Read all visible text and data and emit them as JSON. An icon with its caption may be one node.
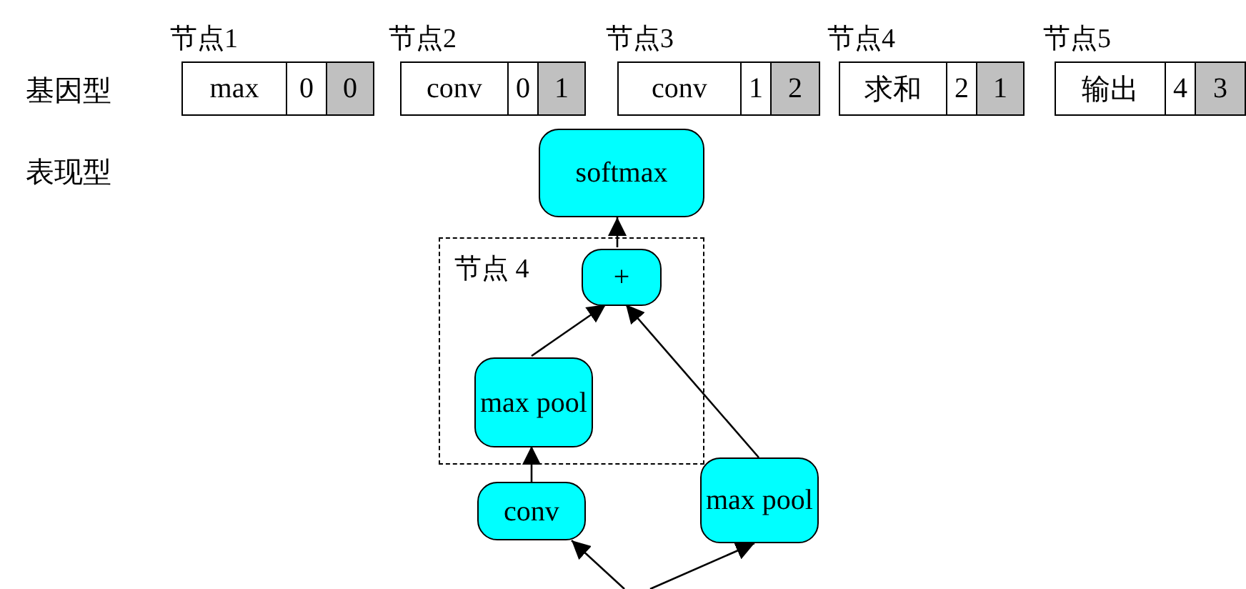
{
  "diagram": {
    "nodes": [
      {
        "text": [
          "节点1"
        ]
      },
      {
        "text": [
          "max"
        ],
        "in": 0
      },
      {
        "text": [
          "0"
        ],
        "in": 0
      },
      {
        "text": [
          "0"
        ],
        "in": 0
      },
      {
        "text": [
          "节点2"
        ]
      },
      {
        "text": [
          "conv"
        ],
        "in": 4
      },
      {
        "text": [
          "0"
        ],
        "in": 4
      },
      {
        "text": [
          "1"
        ],
        "in": 4
      },
      {
        "text": [
          "节点3"
        ]
      },
      {
        "text": [
          "conv"
        ],
        "in": 8
      },
      {
        "text": [
          "1"
        ],
        "in": 8
      },
      {
        "text": [
          "2"
        ],
        "in": 8
      },
      {
        "text": [
          "节点4"
        ]
      },
      {
        "text": [
          "求和"
        ],
        "in": 12
      },
      {
        "text": [
          "2"
        ],
        "in": 12
      },
      {
        "text": [
          "1"
        ],
        "in": 12
      },
      {
        "text": [
          "节点5"
        ]
      },
      {
        "text": [
          "输出"
        ],
        "in": 16
      },
      {
        "text": [
          "4"
        ],
        "in": 16
      },
      {
        "text": [
          "3"
        ],
        "in": 16
      },
      {
        "text": [
          "softmax"
        ]
      },
      {
        "text": [
          "节点 4"
        ]
      },
      {
        "text": [
          "+"
        ],
        "in": 21
      },
      {
        "text": [
          "max pool"
        ],
        "in": 21
      },
      {
        "text": [
          "conv"
        ]
      },
      {
        "text": [
          "max pool"
        ]
      }
    ],
    "edges": [
      {
        "from": 22,
        "to": 20,
        "arrow": "to"
      },
      {
        "from": 23,
        "to": 22,
        "arrow": "to"
      },
      {
        "from": 25,
        "to": 22,
        "arrow": "to"
      },
      {
        "from": 24,
        "to": 23,
        "arrow": "to"
      },
      {
        "from": null,
        "to": 24,
        "arrow": "to"
      },
      {
        "from": null,
        "to": 25,
        "arrow": "to"
      }
    ],
    "labels": [
      "基因型",
      "表现型"
    ]
  }
}
